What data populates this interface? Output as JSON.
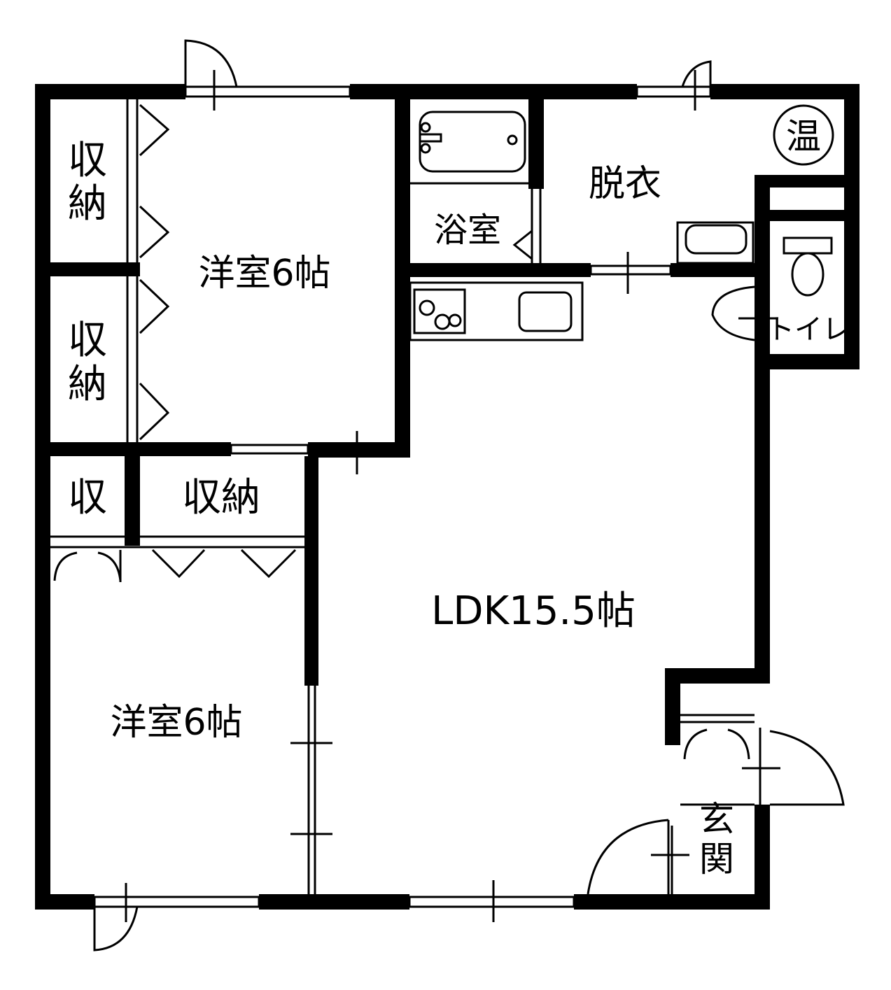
{
  "floor_plan": {
    "rooms": {
      "western_room_upper": "洋室6帖",
      "western_room_lower": "洋室6帖",
      "ldk": "LDK15.5帖",
      "bathroom": "浴室",
      "dressing_room": "脱衣",
      "toilet": "トイレ",
      "entrance_line1": "玄",
      "entrance_line2": "関"
    },
    "storage": {
      "upper_1_line1": "収",
      "upper_1_line2": "納",
      "upper_2_line1": "収",
      "upper_2_line2": "納",
      "small": "収",
      "lower": "収納"
    },
    "water_heater_symbol": "温",
    "colors": {
      "wall": "#000000",
      "background": "#ffffff"
    }
  }
}
